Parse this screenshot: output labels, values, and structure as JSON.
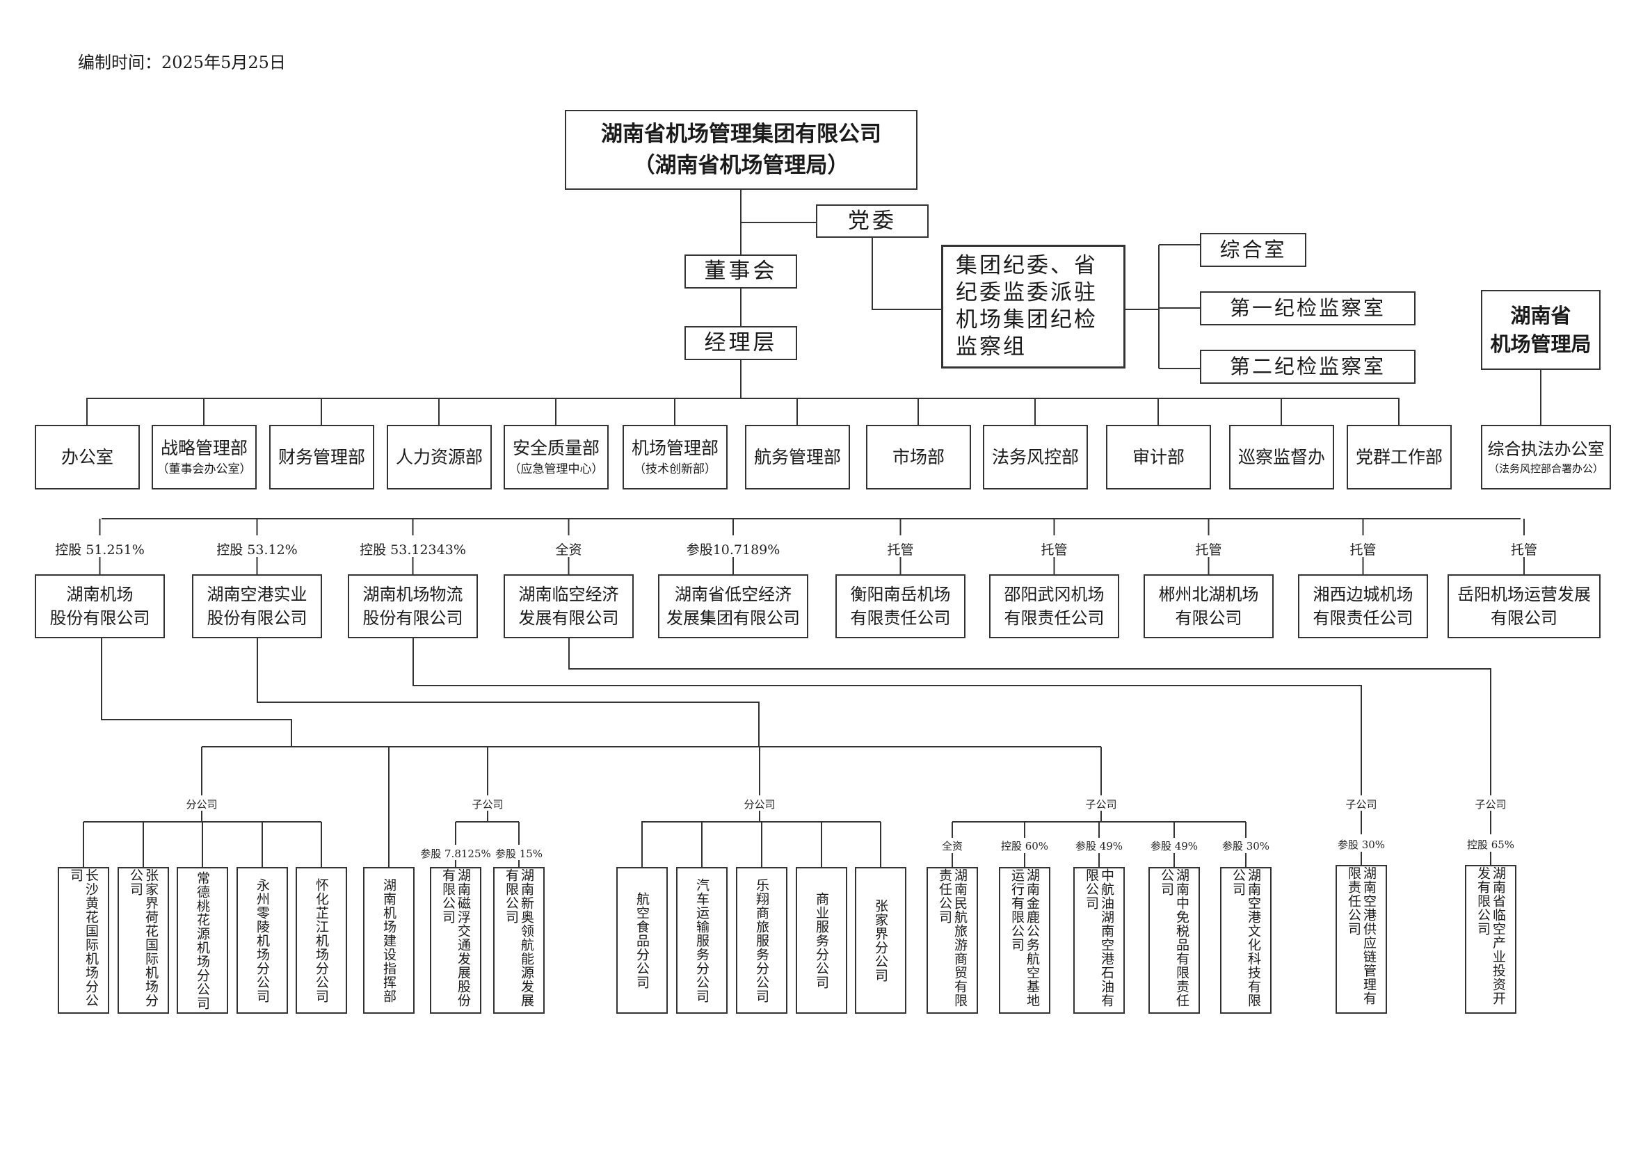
{
  "date": "编制时间：2025年5月25日",
  "group": {
    "line1": "湖南省机场管理集团有限公司",
    "line2": "（湖南省机场管理局）"
  },
  "party_committee": "党委",
  "board": "董事会",
  "management": "经理层",
  "discipline_group": "集团纪委、省纪委监委派驻机场集团纪检监察组",
  "discipline_offices": [
    "综合室",
    "第一纪检监察室",
    "第二纪检监察室"
  ],
  "bureau": {
    "line1": "湖南省",
    "line2": "机场管理局"
  },
  "bureau_office": {
    "name": "综合执法办公室",
    "note": "（法务风控部合署办公）"
  },
  "departments": [
    {
      "name": "办公室",
      "note": ""
    },
    {
      "name": "战略管理部",
      "note": "（董事会办公室）"
    },
    {
      "name": "财务管理部",
      "note": ""
    },
    {
      "name": "人力资源部",
      "note": ""
    },
    {
      "name": "安全质量部",
      "note": "（应急管理中心）"
    },
    {
      "name": "机场管理部",
      "note": "（技术创新部）"
    },
    {
      "name": "航务管理部",
      "note": ""
    },
    {
      "name": "市场部",
      "note": ""
    },
    {
      "name": "法务风控部",
      "note": ""
    },
    {
      "name": "审计部",
      "note": ""
    },
    {
      "name": "巡察监督办",
      "note": ""
    },
    {
      "name": "党群工作部",
      "note": ""
    }
  ],
  "companies": [
    {
      "relation": "控股 51.251%",
      "line1": "湖南机场",
      "line2": "股份有限公司"
    },
    {
      "relation": "控股 53.12%",
      "line1": "湖南空港实业",
      "line2": "股份有限公司"
    },
    {
      "relation": "控股 53.12343%",
      "line1": "湖南机场物流",
      "line2": "股份有限公司"
    },
    {
      "relation": "全资",
      "line1": "湖南临空经济",
      "line2": "发展有限公司"
    },
    {
      "relation": "参股10.7189%",
      "line1": "湖南省低空经济",
      "line2": "发展集团有限公司"
    },
    {
      "relation": "托管",
      "line1": "衡阳南岳机场",
      "line2": "有限责任公司"
    },
    {
      "relation": "托管",
      "line1": "邵阳武冈机场",
      "line2": "有限责任公司"
    },
    {
      "relation": "托管",
      "line1": "郴州北湖机场",
      "line2": "有限公司"
    },
    {
      "relation": "托管",
      "line1": "湘西边城机场",
      "line2": "有限责任公司"
    },
    {
      "relation": "托管",
      "line1": "岳阳机场运营发展",
      "line2": "有限公司"
    }
  ],
  "labels": {
    "branch": "分公司",
    "subsidiary": "子公司"
  },
  "airport_group": {
    "branches": [
      "长沙黄花国际机场分公司",
      "张家界荷花国际机场分公司",
      "常德桃花源机场分公司",
      "永州零陵机场分公司",
      "怀化芷江机场分公司"
    ],
    "direct": "湖南机场建设指挥部",
    "subsidiaries": [
      {
        "relation": "参股 7.8125%",
        "name": "湖南磁浮交通发展股份有限公司"
      },
      {
        "relation": "参股 15%",
        "name": "湖南新奥领航能源发展有限公司"
      }
    ]
  },
  "industry_group": {
    "branches": [
      "航空食品分公司",
      "汽车运输服务分公司",
      "乐翔商旅服务分公司",
      "商业服务分公司",
      "张家界分公司"
    ],
    "subsidiaries": [
      {
        "relation": "全资",
        "name": "湖南民航旅游商贸有限责任公司"
      },
      {
        "relation": "控股 60%",
        "name": "湖南金鹿公务航空基地运行有限公司"
      },
      {
        "relation": "参股 49%",
        "name": "中航油湖南空港石油有限公司"
      },
      {
        "relation": "参股 49%",
        "name": "湖南中免税品有限责任公司"
      },
      {
        "relation": "参股 30%",
        "name": "湖南空港文化科技有限公司"
      }
    ]
  },
  "logistics_sub": {
    "relation": "参股 30%",
    "name": "湖南空港供应链管理有限责任公司"
  },
  "linkong_sub": {
    "relation": "控股 65%",
    "name": "湖南省临空产业投资开发有限公司"
  }
}
